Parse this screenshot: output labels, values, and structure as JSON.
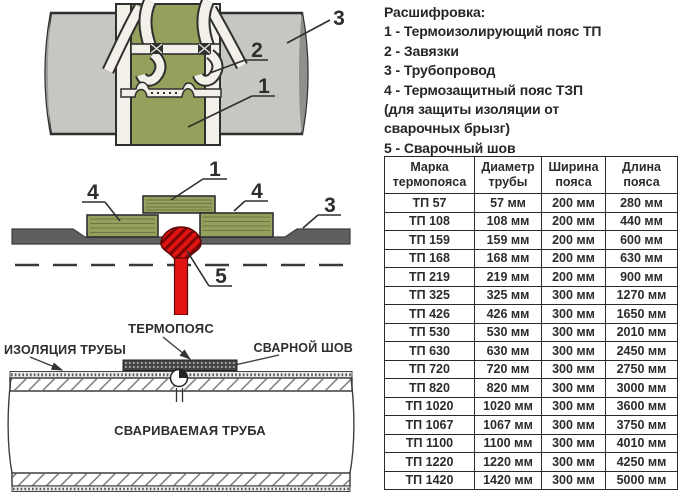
{
  "legend": {
    "title": "Расшифровка:",
    "items": [
      "1 - Термоизолирующий пояс ТП",
      "2 - Завязки",
      "3 - Трубопровод",
      "4 - Термозащитный пояс ТЗП",
      "(для защиты изоляции от",
      "сварочных брызг)",
      "5 - Сварочный шов"
    ]
  },
  "table": {
    "headers": [
      "Марка\nтермопояса",
      "Диаметр\nтрубы",
      "Ширина\nпояса",
      "Длина\nпояса"
    ],
    "rows": [
      [
        "ТП 57",
        "57 мм",
        "200 мм",
        "280 мм"
      ],
      [
        "ТП 108",
        "108 мм",
        "200 мм",
        "440 мм"
      ],
      [
        "ТП 159",
        "159 мм",
        "200 мм",
        "600 мм"
      ],
      [
        "ТП 168",
        "168 мм",
        "200 мм",
        "630 мм"
      ],
      [
        "ТП 219",
        "219 мм",
        "200 мм",
        "900 мм"
      ],
      [
        "ТП 325",
        "325 мм",
        "300 мм",
        "1270 мм"
      ],
      [
        "ТП 426",
        "426 мм",
        "300 мм",
        "1650 мм"
      ],
      [
        "ТП 530",
        "530 мм",
        "300 мм",
        "2010 мм"
      ],
      [
        "ТП 630",
        "630 мм",
        "300 мм",
        "2450 мм"
      ],
      [
        "ТП 720",
        "720 мм",
        "300 мм",
        "2750 мм"
      ],
      [
        "ТП 820",
        "820 мм",
        "300 мм",
        "3000 мм"
      ],
      [
        "ТП 1020",
        "1020 мм",
        "300 мм",
        "3600 мм"
      ],
      [
        "ТП 1067",
        "1067 мм",
        "300 мм",
        "3750 мм"
      ],
      [
        "ТП 1100",
        "1100 мм",
        "300 мм",
        "4010 мм"
      ],
      [
        "ТП 1220",
        "1220 мм",
        "300 мм",
        "4250 мм"
      ],
      [
        "ТП 1420",
        "1420 мм",
        "300 мм",
        "5000 мм"
      ]
    ]
  },
  "diagrams": {
    "top": {
      "labels": {
        "belt": "1",
        "ties": "2",
        "pipe": "3"
      }
    },
    "middle": {
      "labels": {
        "belt": "1",
        "tzp_left": "4",
        "tzp_right": "4",
        "pipe": "3",
        "weld": "5"
      }
    },
    "bottom": {
      "thermal_belt": "ТЕРМОПОЯС",
      "pipe_insulation": "ИЗОЛЯЦИЯ ТРУБЫ",
      "weld_seam": "СВАРНОЙ ШОВ",
      "welded_pipe": "СВАРИВАЕМАЯ ТРУБА"
    }
  },
  "colors": {
    "belt_green": "#94a15d",
    "pipe_gray": "#c6c6c2",
    "band_dark": "#5f5f5f",
    "weld_red": "#e21313"
  }
}
